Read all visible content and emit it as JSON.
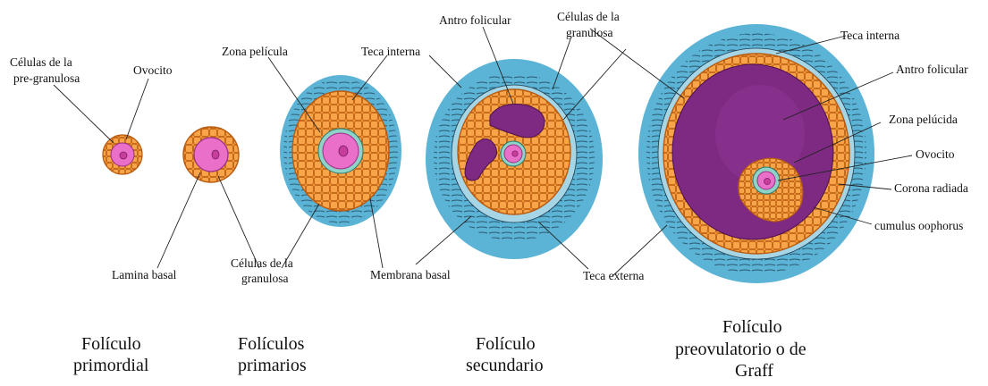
{
  "labels": {
    "celulas_pregranulosa_1": "Células de la",
    "celulas_pregranulosa_2": "pre-granulosa",
    "ovocito_1": "Ovocito",
    "lamina_basal": "Lamina basal",
    "zona_pelicula": "Zona película",
    "teca_interna_1": "Teca interna",
    "celulas_granulosa_1a": "Células de la",
    "celulas_granulosa_1b": "granulosa",
    "membrana_basal": "Membrana basal",
    "antro_folicular_1": "Antro folicular",
    "celulas_granulosa_2a": "Células de la",
    "celulas_granulosa_2b": "granulosa",
    "teca_externa": "Teca externa",
    "teca_interna_2": "Teca interna",
    "antro_folicular_2": "Antro folicular",
    "zona_pelucida": "Zona pelúcida",
    "ovocito_2": "Ovocito",
    "corona_radiada": "Corona radiada",
    "cumulus_oophorus": "cumulus oophorus"
  },
  "captions": {
    "primordial_1": "Folículo",
    "primordial_2": "primordial",
    "primarios_1": "Folículos",
    "primarios_2": "primarios",
    "secundario_1": "Folículo",
    "secundario_2": "secundario",
    "graff_1": "Folículo",
    "graff_2": "preovulatorio o de",
    "graff_3": "Graff"
  },
  "colors": {
    "theca_blue": "#5bb3d6",
    "theca_lines": "#1d3b4e",
    "granulosa_orange": "#f59a3a",
    "cell_outline": "#b85a10",
    "antrum_purple": "#7e2a83",
    "oocyte_pink": "#ea6fc8",
    "nucleus_pink": "#c73d9a",
    "zona_teal": "#8fd3c8"
  }
}
